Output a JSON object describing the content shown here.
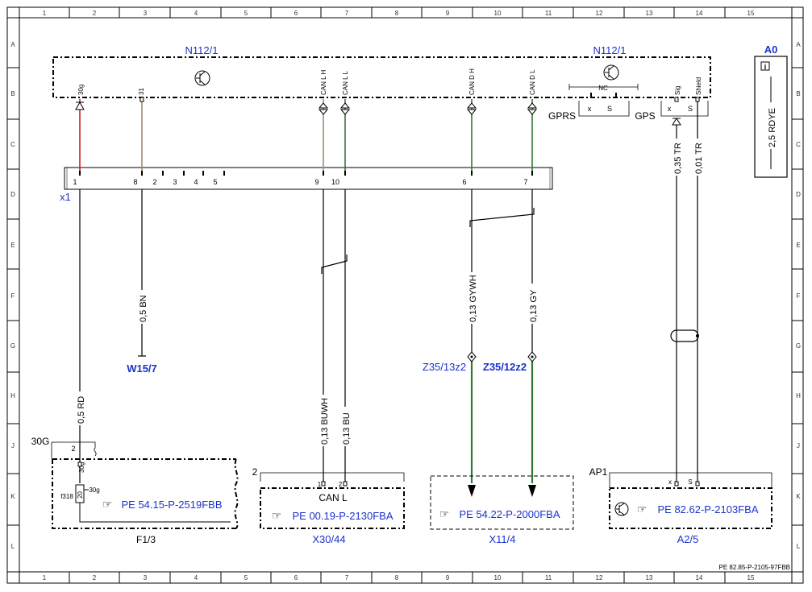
{
  "frame": {
    "columns": [
      "1",
      "2",
      "3",
      "4",
      "5",
      "6",
      "7",
      "8",
      "9",
      "10",
      "11",
      "12",
      "13",
      "14",
      "15"
    ],
    "rows": [
      "A",
      "B",
      "C",
      "D",
      "E",
      "F",
      "G",
      "H",
      "J",
      "K",
      "L"
    ]
  },
  "module": {
    "left_name": "N112/1",
    "right_name": "N112/1",
    "pins": {
      "p30g": "30g",
      "p31": "31",
      "can_lh": "CAN L H",
      "can_ll": "CAN L L",
      "can_dh": "CAN D H",
      "can_dl": "CAN D L",
      "sig": "Sig",
      "shield": "Shield"
    },
    "nc": "NC",
    "gprs_x": "x",
    "gprs_s": "S",
    "gprs": "GPRS",
    "gps": "GPS",
    "gps_x": "x",
    "gps_s": "S"
  },
  "legend": {
    "title": "A0",
    "text": "2,5 RDYE"
  },
  "connector_x1": {
    "name": "x1",
    "pins": [
      "1",
      "8",
      "2",
      "3",
      "4",
      "5",
      "9",
      "10",
      "6",
      "7"
    ]
  },
  "wires": {
    "rd": "0,5 RD",
    "bn": "0,5 BN",
    "buwh": "0,13 BUWH",
    "bu": "0,13 BU",
    "gywh": "0,13 GYWH",
    "gy": "0,13 GY",
    "tr1": "0,35 TR",
    "tr2": "0,01 TR"
  },
  "colors": {
    "red": "#cc2222",
    "brown": "#a08a70",
    "grey_green": "#8a9a7a",
    "green": "#2f7a2f",
    "blue_text": "#1a33cc"
  },
  "points": {
    "w15": "W15/7",
    "z35_13": "Z35/13z2",
    "z35_12": "Z35/12z2"
  },
  "f13": {
    "supply": "30G",
    "pin2": "2",
    "pin30g": "30g",
    "fuse": "f318",
    "fuse_val": "20",
    "out": "30g",
    "ref": "PE 54.15-P-2519FBB",
    "name": "F1/3"
  },
  "x3044": {
    "num": "2",
    "label": "CAN L",
    "pin1": "1",
    "pin2": "2",
    "ref": "PE 00.19-P-2130FBA",
    "name": "X30/44"
  },
  "x114": {
    "ref": "PE 54.22-P-2000FBA",
    "name": "X11/4"
  },
  "a25": {
    "label": "AP1",
    "x": "x",
    "s": "S",
    "ref": "PE 82.62-P-2103FBA",
    "name": "A2/5"
  },
  "footer": "PE 82.85-P-2105-97FBB"
}
